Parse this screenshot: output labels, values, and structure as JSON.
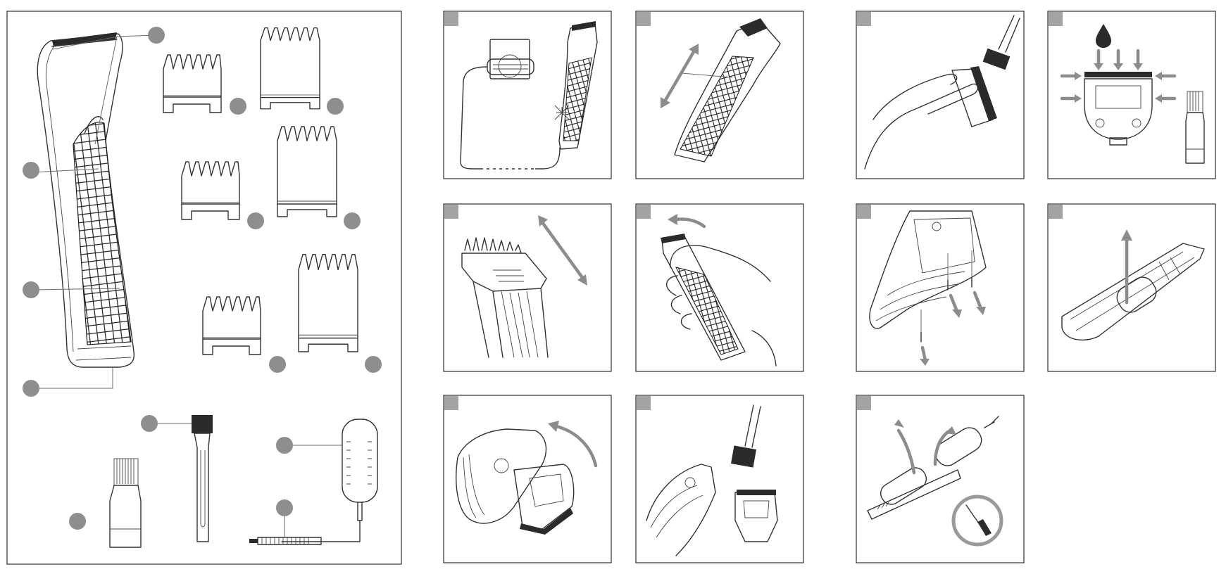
{
  "figure": {
    "overview_panel": {
      "callout_markers": 14,
      "parts": [
        "clipper-head-blade",
        "clipper-mesh-grip",
        "clipper-body",
        "clipper-base",
        "comb-attachment-1",
        "comb-attachment-2",
        "comb-attachment-3",
        "comb-attachment-4",
        "comb-attachment-5",
        "comb-attachment-6",
        "cleaning-brush",
        "oil-bottle",
        "charging-adapter",
        "charging-plug"
      ]
    },
    "step_panels": [
      {
        "id": "charging",
        "icon": "adapter-plug-icon"
      },
      {
        "id": "trim-motion",
        "icon": "two-way-arrow-icon"
      },
      {
        "id": "clean-blade",
        "icon": "brush-icon"
      },
      {
        "id": "oil-blade",
        "icon": "oil-drop-icon"
      },
      {
        "id": "comb-attach",
        "icon": "two-way-arrow-icon"
      },
      {
        "id": "hold-rotate",
        "icon": "curved-arrow-icon"
      },
      {
        "id": "remove-screws",
        "icon": "screw-icon"
      },
      {
        "id": "battery-remove",
        "icon": "up-arrow-icon"
      },
      {
        "id": "head-remove",
        "icon": "curved-arrow-icon"
      },
      {
        "id": "brush-head",
        "icon": "brush-icon"
      },
      {
        "id": "recycle-battery",
        "icon": "screwdriver-icon"
      }
    ],
    "colors": {
      "marker": "#8e8e8e",
      "badge": "#a3a3a3",
      "arrow": "#8c8c8c",
      "line": "#333333"
    }
  }
}
